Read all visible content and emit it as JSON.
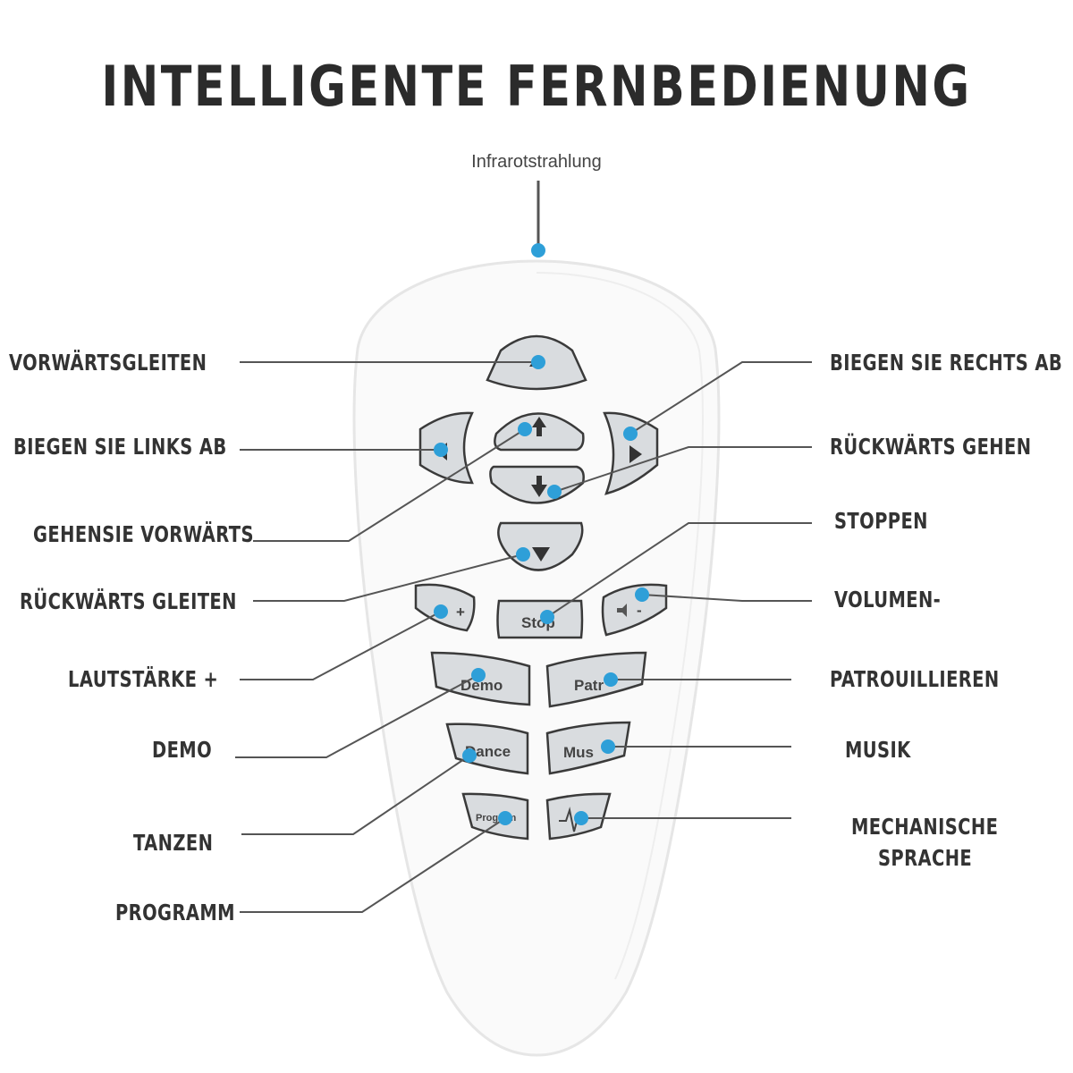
{
  "title": "INTELLIGENTE FERNBEDIENUNG",
  "ir_label": "Infrarotstrahlung",
  "labels": {
    "forward_glide": "VORWÄRTSGLEITEN",
    "turn_left": "BIEGEN SIE LINKS AB",
    "walk_forward": "GEHENSIE VORWÄRTS",
    "glide_backward": "RÜCKWÄRTS GLEITEN",
    "volume_up": "LAUTSTÄRKE +",
    "demo": "DEMO",
    "dance": "TANZEN",
    "program": "PROGRAMM",
    "turn_right": "BIEGEN SIE RECHTS AB",
    "walk_backward": "RÜCKWÄRTS GEHEN",
    "stop": "STOPPEN",
    "volume_down": "VOLUMEN-",
    "patrol": "PATROUILLIEREN",
    "music": "MUSIK",
    "mech_voice_1": "MECHANISCHE",
    "mech_voice_2": "SPRACHE"
  },
  "buttons": {
    "stop": "Stop",
    "demo": "Demo",
    "patrol": "Patr",
    "dance": "Dance",
    "music": "Mus",
    "program": "Program",
    "vol_up": "+",
    "vol_down": "-"
  },
  "colors": {
    "dot": "#2e9fd8",
    "line": "#555555",
    "button_fill": "#d9dcdf",
    "remote_body": "#fafafa"
  }
}
